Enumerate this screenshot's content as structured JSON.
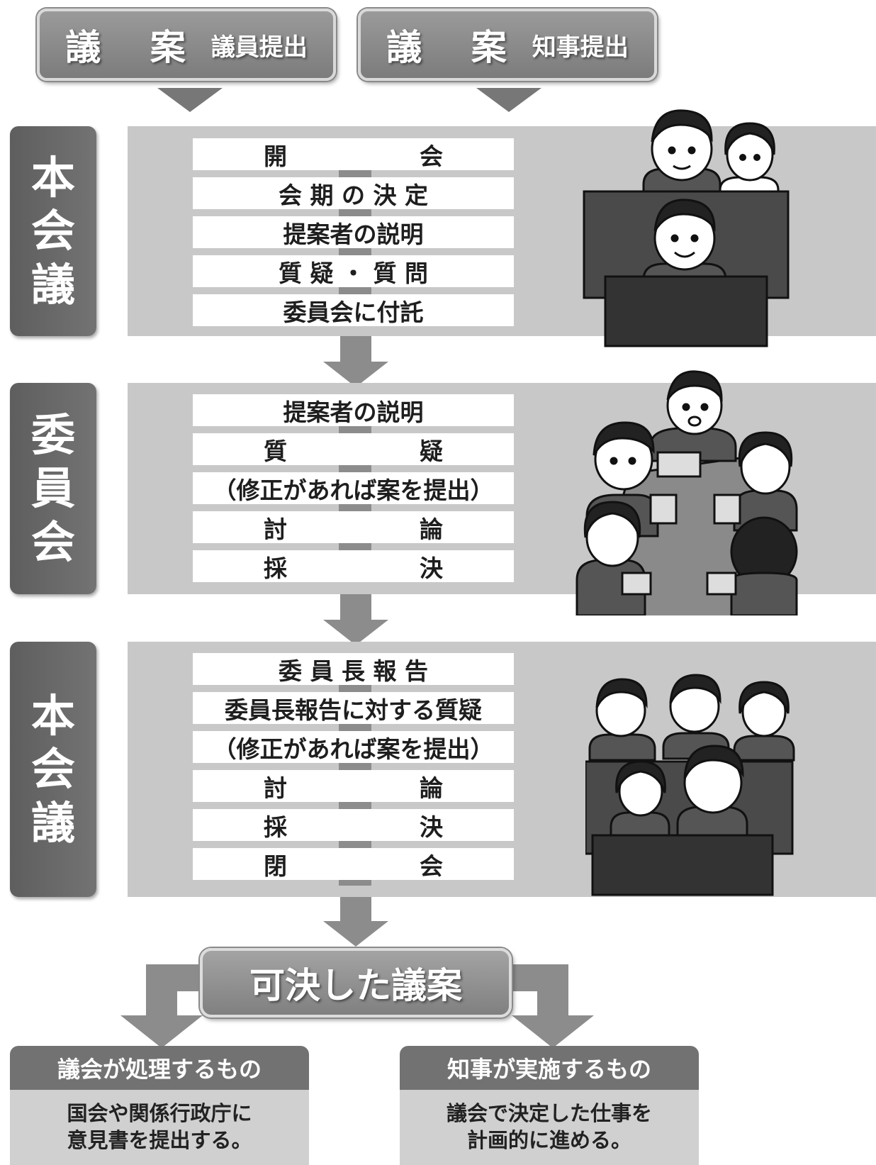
{
  "inputs": [
    {
      "big": "議 案",
      "small": "議員提出"
    },
    {
      "big": "議 案",
      "small": "知事提出"
    }
  ],
  "stages": [
    {
      "label": [
        "本",
        "会",
        "議"
      ],
      "steps": [
        {
          "text": "開",
          "text2": "会"
        },
        {
          "text": "会 期 の 決 定"
        },
        {
          "text": "提案者の説明"
        },
        {
          "text": "質 疑 ・ 質 問"
        },
        {
          "text": "委員会に付託"
        }
      ]
    },
    {
      "label": [
        "委",
        "員",
        "会"
      ],
      "steps": [
        {
          "text": "提案者の説明"
        },
        {
          "text": "質",
          "text2": "疑"
        },
        {
          "text": "（修正があれば案を提出）"
        },
        {
          "text": "討",
          "text2": "論"
        },
        {
          "text": "採",
          "text2": "決"
        }
      ]
    },
    {
      "label": [
        "本",
        "会",
        "議"
      ],
      "steps": [
        {
          "text": "委 員 長 報 告"
        },
        {
          "text": "委員長報告に対する質疑"
        },
        {
          "text": "（修正があれば案を提出）"
        },
        {
          "text": "討",
          "text2": "論"
        },
        {
          "text": "採",
          "text2": "決"
        },
        {
          "text": "閉",
          "text2": "会"
        }
      ]
    }
  ],
  "result": "可決した議案",
  "outcomes": [
    {
      "title": "議会が処理するもの",
      "lines": [
        "国会や関係行政庁に",
        "意見書を提出する。"
      ]
    },
    {
      "title": "知事が実施するもの",
      "lines": [
        "議会で決定した仕事を",
        "計画的に進める。"
      ]
    }
  ],
  "colors": {
    "panel": "#c8c8c8",
    "label": "#666666",
    "arrow": "#8c8c8c"
  }
}
